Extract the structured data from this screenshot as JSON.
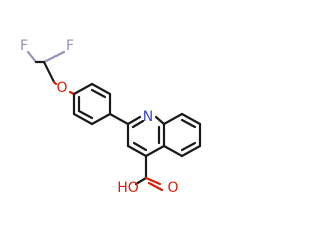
{
  "molecule": {
    "atoms": {
      "F1": {
        "label": "F",
        "color": "#9d8fb6"
      },
      "F2": {
        "label": "F",
        "color": "#9d8fb6"
      },
      "O_ether": {
        "label": "O",
        "color": "#d81e05"
      },
      "N": {
        "label": "N",
        "color": "#3b4bc8"
      },
      "O_carbonyl": {
        "label": "O",
        "color": "#d81e05"
      },
      "OH": {
        "label": "HO",
        "color": "#d81e05"
      }
    },
    "bond_color": "#1a1a1a",
    "background": "#ffffff"
  }
}
